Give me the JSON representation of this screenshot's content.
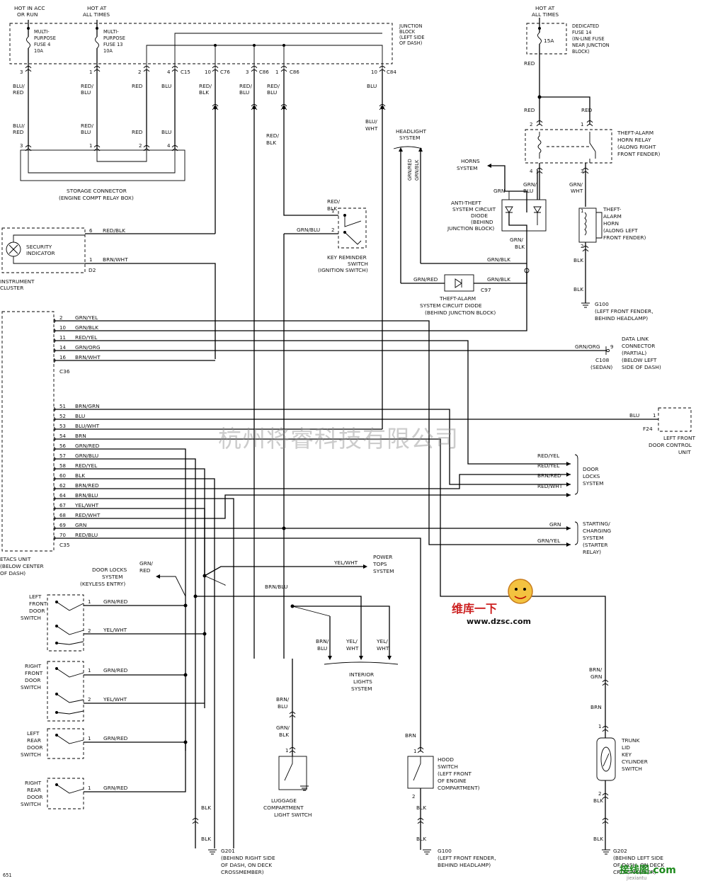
{
  "page_label": "651",
  "watermark": "杭州将睿科技有限公司",
  "logo": {
    "line1": "维库一下",
    "url": "www.dzsc.com",
    "corner": "接线图.com",
    "corner_sub": "jiexiantu"
  },
  "fuses": {
    "hot_acc_run": [
      "HOT IN ACC",
      "OR RUN"
    ],
    "hot_all_times": [
      "HOT AT",
      "ALL TIMES"
    ],
    "fuse4": [
      "MULTI-",
      "PURPOSE",
      "FUSE 4",
      "10A"
    ],
    "fuse13": [
      "MULTI-",
      "PURPOSE",
      "FUSE 13",
      "10A"
    ],
    "junction_block": [
      "JUNCTION",
      "BLOCK",
      "(LEFT SIDE",
      "OF DASH)"
    ],
    "hot_all_times2": [
      "HOT AT",
      "ALL TIMES"
    ],
    "fuse14_amp": "15A",
    "fuse14": [
      "DEDICATED",
      "FUSE 14",
      "(IN-LINE FUSE",
      "NEAR JUNCTION",
      "BLOCK)"
    ]
  },
  "connectors": {
    "c15": "C15",
    "c76": "C76",
    "c86": "C86",
    "c84": "C84",
    "c36": "C36",
    "c35": "C35",
    "c97": "C97",
    "c108": "C108",
    "d2": "D2",
    "f24": "F24"
  },
  "wire_colors": {
    "blu_red": [
      "BLU/",
      "RED"
    ],
    "red_blu": [
      "RED/",
      "BLU"
    ],
    "red": "RED",
    "blu": "BLU",
    "red_blk": [
      "RED/",
      "BLK"
    ],
    "blu_wht": [
      "BLU/",
      "WHT"
    ],
    "grn_red": "GRN/RED",
    "grn_blk": "GRN/BLK",
    "grn_blu": "GRN/BLU",
    "grn": "GRN",
    "brn": "BRN",
    "blk": "BLK",
    "brn_blu": "BRN/BLU",
    "yel_wht": "YEL/WHT",
    "brn_grn": [
      "BRN/",
      "GRN"
    ],
    "grn_blk2": [
      "GRN/",
      "BLK"
    ],
    "brn_blu2": [
      "BRN/",
      "BLU"
    ],
    "grn_wht": [
      "GRN/",
      "WHT"
    ],
    "grn_blu2": [
      "GRN/",
      "BLU"
    ],
    "yel_wht2": [
      "YEL/",
      "WHT"
    ],
    "grn_red2": [
      "GRN/",
      "RED"
    ]
  },
  "components": {
    "storage_connector": [
      "STORAGE CONNECTOR",
      "(ENGINE COMPT RELAY BOX)"
    ],
    "security_indicator": [
      "SECURITY",
      "INDICATOR"
    ],
    "instrument_cluster": [
      "INSTRUMENT",
      "CLUSTER"
    ],
    "key_reminder": [
      "KEY REMINDER",
      "SWITCH",
      "(IGNITION SWITCH)"
    ],
    "headlight_system": [
      "HEADLIGHT",
      "SYSTEM"
    ],
    "horns_system": [
      "HORNS",
      "SYSTEM"
    ],
    "anti_theft_diode": [
      "ANTI-THEFT",
      "SYSTEM CIRCUIT",
      "DIODE",
      "(BEHIND",
      "JUNCTION BLOCK)"
    ],
    "theft_alarm_diode": [
      "THEFT-ALARM",
      "SYSTEM CIRCUIT DIODE",
      "(BEHIND JUNCTION BLOCK)"
    ],
    "theft_alarm_relay": [
      "THEFT-ALARM",
      "HORN RELAY",
      "(ALONG RIGHT",
      "FRONT FENDER)"
    ],
    "theft_alarm_horn": [
      "THEFT-",
      "ALARM",
      "HORN",
      "(ALONG LEFT",
      "FRONT FENDER)"
    ],
    "g100_top": [
      "G100",
      "(LEFT FRONT FENDER,",
      "BEHIND HEADLAMP)"
    ],
    "data_link": [
      "DATA LINK",
      "CONNECTOR",
      "(PARTIAL)",
      "(BELOW LEFT",
      "SIDE OF DASH)"
    ],
    "sedan": "(SEDAN)",
    "door_control": [
      "LEFT FRONT",
      "DOOR CONTROL",
      "UNIT"
    ],
    "etacs": [
      "ETACS UNIT",
      "(BELOW CENTER",
      "OF DASH)"
    ],
    "door_locks": [
      "DOOR",
      "LOCKS",
      "SYSTEM"
    ],
    "starting": [
      "STARTING/",
      "CHARGING",
      "SYSTEM",
      "(STARTER",
      "RELAY)"
    ],
    "door_locks_keyless": [
      "DOOR LOCKS",
      "SYSTEM",
      "(KEYLESS ENTRY)"
    ],
    "power_tops": [
      "POWER",
      "TOPS",
      "SYSTEM"
    ],
    "interior_lights": [
      "INTERIOR",
      "LIGHTS",
      "SYSTEM"
    ],
    "lf_door_switch": [
      "LEFT",
      "FRONT",
      "DOOR",
      "SWITCH"
    ],
    "rf_door_switch": [
      "RIGHT",
      "FRONT",
      "DOOR",
      "SWITCH"
    ],
    "lr_door_switch": [
      "LEFT",
      "REAR",
      "DOOR",
      "SWITCH"
    ],
    "rr_door_switch": [
      "RIGHT",
      "REAR",
      "DOOR",
      "SWITCH"
    ],
    "luggage_switch": [
      "LUGGAGE",
      "COMPARTMENT",
      "LIGHT SWITCH"
    ],
    "hood_switch": [
      "HOOD",
      "SWITCH",
      "(LEFT FRONT",
      "OF ENGINE",
      "COMPARTMENT)"
    ],
    "trunk_switch": [
      "TRUNK",
      "LID",
      "KEY",
      "CYLINDER",
      "SWITCH"
    ],
    "g201": [
      "G201",
      "(BEHIND RIGHT SIDE",
      "OF DASH, ON DECK",
      "CROSSMEMBER)"
    ],
    "g100_bottom": [
      "G100",
      "(LEFT FRONT FENDER,",
      "BEHIND HEADLAMP)"
    ],
    "g202": [
      "G202",
      "(BEHIND LEFT SIDE",
      "OF DASH, ON DECK",
      "CROSSMEMBER)"
    ]
  },
  "etacs_pins": [
    {
      "pin": "2",
      "color": "GRN/YEL"
    },
    {
      "pin": "10",
      "color": "GRN/BLK"
    },
    {
      "pin": "11",
      "color": "RED/YEL"
    },
    {
      "pin": "14",
      "color": "GRN/ORG"
    },
    {
      "pin": "16",
      "color": "BRN/WHT"
    },
    {
      "pin": "51",
      "color": "BRN/GRN"
    },
    {
      "pin": "52",
      "color": "BLU"
    },
    {
      "pin": "53",
      "color": "BLU/WHT"
    },
    {
      "pin": "54",
      "color": "BRN"
    },
    {
      "pin": "56",
      "color": "GRN/RED"
    },
    {
      "pin": "57",
      "color": "GRN/BLU"
    },
    {
      "pin": "58",
      "color": "RED/YEL"
    },
    {
      "pin": "60",
      "color": "BLK"
    },
    {
      "pin": "62",
      "color": "BRN/RED"
    },
    {
      "pin": "64",
      "color": "BRN/BLU"
    },
    {
      "pin": "67",
      "color": "YEL/WHT"
    },
    {
      "pin": "68",
      "color": "RED/WHT"
    },
    {
      "pin": "69",
      "color": "GRN"
    },
    {
      "pin": "70",
      "color": "RED/BLU"
    }
  ],
  "door_lock_wires": [
    "RED/YEL",
    "RED/YEL",
    "BRN/RED",
    "RED/WHT"
  ],
  "starting_wires": [
    "GRN",
    "GRN/YEL"
  ],
  "cluster_wires": [
    {
      "pin": "6",
      "color": "RED/BLK"
    },
    {
      "pin": "1",
      "color": "BRN/WHT"
    }
  ],
  "data_link_wire": {
    "color": "GRN/ORG",
    "pin": "9"
  },
  "door_control_wire": {
    "color": "BLU",
    "pin": "1"
  }
}
